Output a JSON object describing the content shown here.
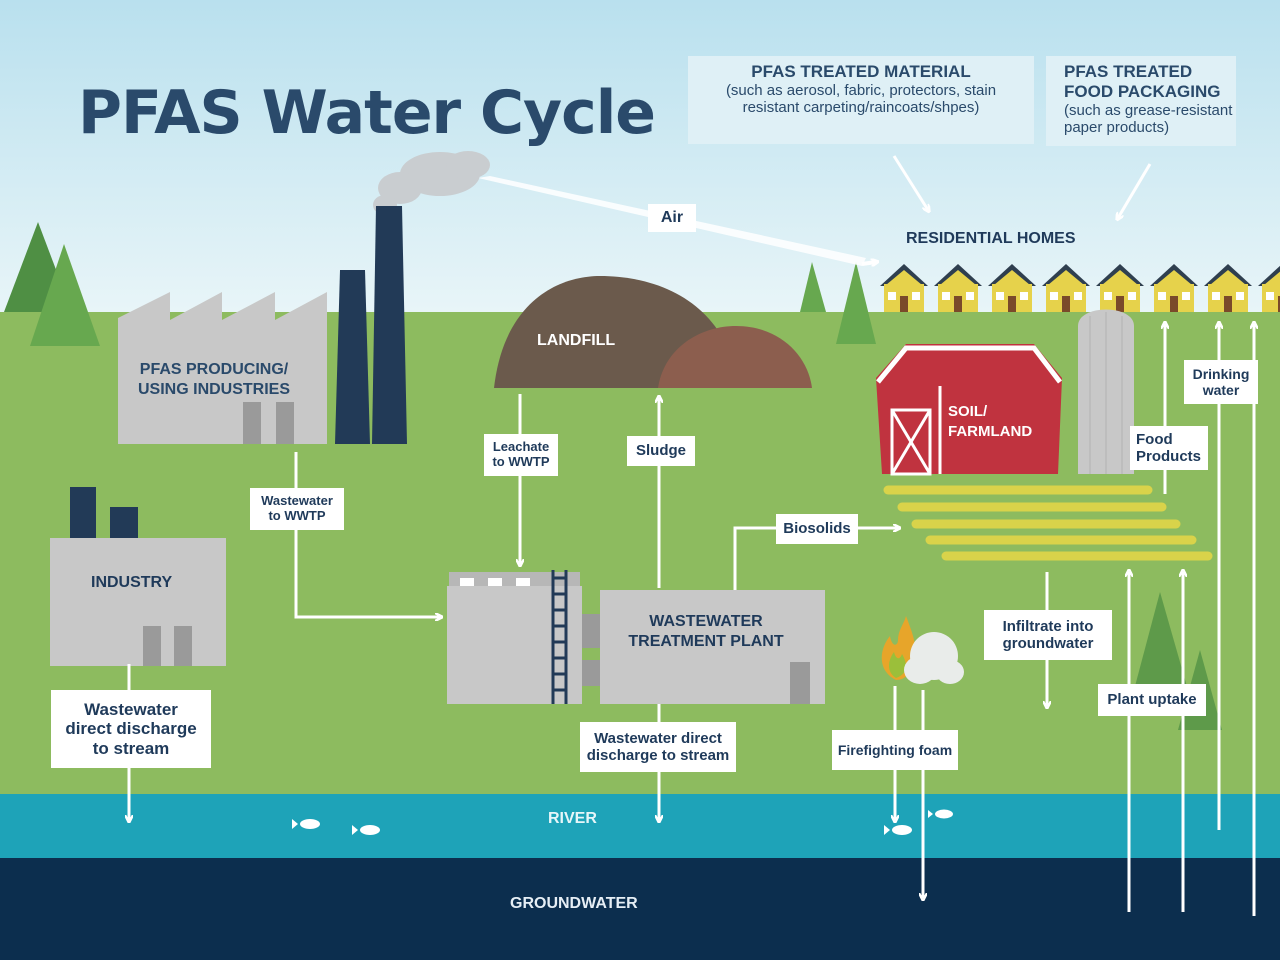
{
  "title": "PFAS Water Cycle",
  "info_boxes": {
    "treated_material": {
      "heading": "PFAS TREATED MATERIAL",
      "line1": "(such as aerosol, fabric, protectors, stain",
      "line2": "resistant carpeting/raincoats/shpes)"
    },
    "food_packaging": {
      "heading1": "PFAS TREATED",
      "heading2": "FOOD PACKAGING",
      "line1": "(such as grease-resistant",
      "line2": "paper products)"
    }
  },
  "nodes": {
    "residential_homes": "RESIDENTIAL HOMES",
    "pfas_industries_1": "PFAS PRODUCING/",
    "pfas_industries_2": "USING INDUSTRIES",
    "industry": "INDUSTRY",
    "landfill": "LANDFILL",
    "soil_1": "SOIL/",
    "soil_2": "FARMLAND",
    "wwtp_1": "WASTEWATER",
    "wwtp_2": "TREATMENT PLANT",
    "river": "RIVER",
    "groundwater": "GROUNDWATER"
  },
  "flows": {
    "air": "Air",
    "wastewater_to_wwtp_1": "Wastewater",
    "wastewater_to_wwtp_2": "to WWTP",
    "leachate_1": "Leachate",
    "leachate_2": "to WWTP",
    "sludge": "Sludge",
    "biosolids": "Biosolids",
    "food_products_1": "Food",
    "food_products_2": "Products",
    "drinking_water_1": "Drinking",
    "drinking_water_2": "water",
    "infiltrate_1": "Infiltrate into",
    "infiltrate_2": "groundwater",
    "plant_uptake": "Plant uptake",
    "firefighting_foam": "Firefighting foam",
    "industry_discharge_1": "Wastewater",
    "industry_discharge_2": "direct discharge",
    "industry_discharge_3": "to stream",
    "wwtp_discharge_1": "Wastewater direct",
    "wwtp_discharge_2": "discharge to stream"
  },
  "colors": {
    "sky": "#cfe9f3",
    "grass": "#8dbb5f",
    "river": "#1ea3b8",
    "groundwater": "#0c2e4e",
    "title": "#2a4a6b",
    "building": "#c8c8c8",
    "chimney": "#223a57",
    "barn": "#c0333f",
    "house": "#e6d24b",
    "crop_rows": "#d9d34a",
    "landfill": "#6b5a4c"
  }
}
